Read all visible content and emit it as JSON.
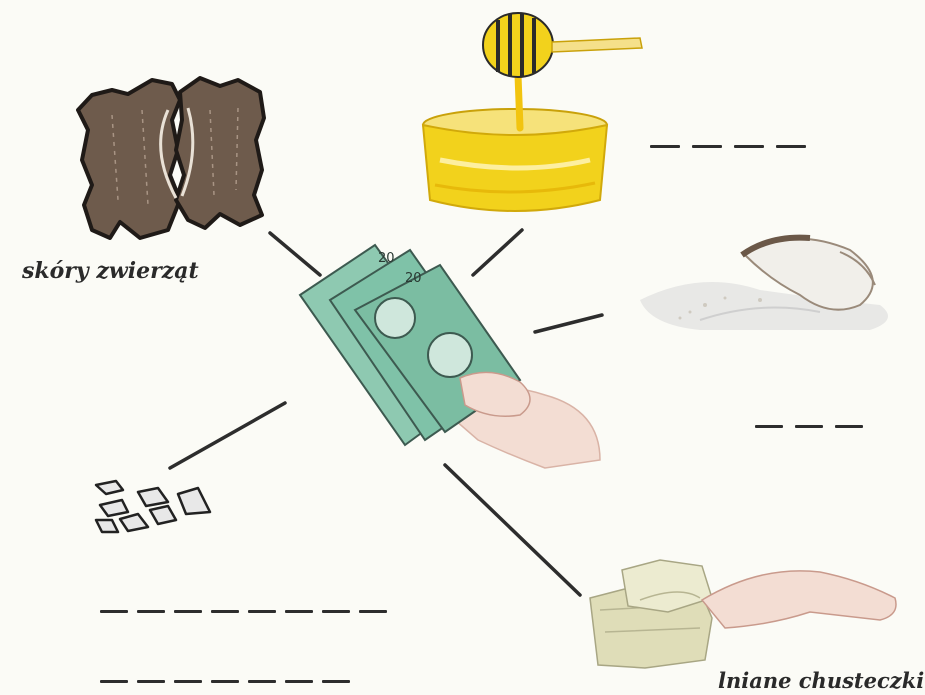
{
  "labels": {
    "animal_skins": "skóry zwierząt",
    "linen_handkerchiefs": "lniane chusteczki"
  },
  "banknote_denomination": "20",
  "blanks": {
    "honey": 4,
    "salt": 3,
    "amber_line_1": 8,
    "amber_line_2": 7
  },
  "colors": {
    "background": "#fbfbf6",
    "connector": "#2d2d2d",
    "leather": "#6e5b4c",
    "honey": "#f2d21c",
    "banknote": "#7fc2a8"
  }
}
